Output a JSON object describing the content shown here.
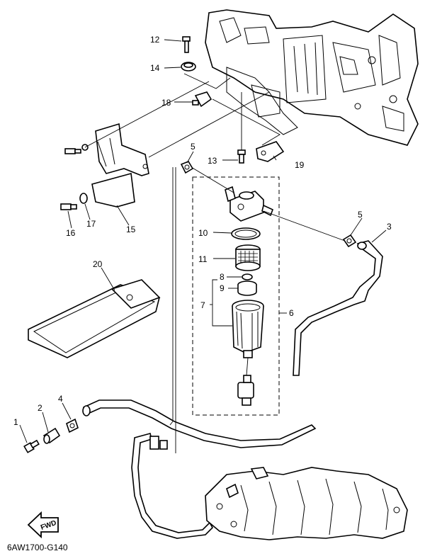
{
  "diagram": {
    "callouts": [
      {
        "id": "p12",
        "label": "12"
      },
      {
        "id": "p14",
        "label": "14"
      },
      {
        "id": "p18",
        "label": "18"
      },
      {
        "id": "p5a",
        "label": "5"
      },
      {
        "id": "p13",
        "label": "13"
      },
      {
        "id": "p19",
        "label": "19"
      },
      {
        "id": "p16",
        "label": "16"
      },
      {
        "id": "p17",
        "label": "17"
      },
      {
        "id": "p15",
        "label": "15"
      },
      {
        "id": "p10",
        "label": "10"
      },
      {
        "id": "p11",
        "label": "11"
      },
      {
        "id": "p5b",
        "label": "5"
      },
      {
        "id": "p3",
        "label": "3"
      },
      {
        "id": "p8",
        "label": "8"
      },
      {
        "id": "p9",
        "label": "9"
      },
      {
        "id": "p7",
        "label": "7"
      },
      {
        "id": "p6",
        "label": "6"
      },
      {
        "id": "p20",
        "label": "20"
      },
      {
        "id": "p4",
        "label": "4"
      },
      {
        "id": "p2",
        "label": "2"
      },
      {
        "id": "p1",
        "label": "1"
      }
    ],
    "fwd_label": "FWD",
    "diagram_code": "6AW1700-G140"
  }
}
